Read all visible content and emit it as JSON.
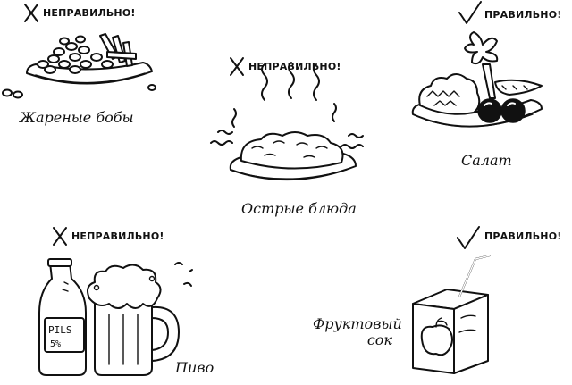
{
  "items": [
    {
      "verdict": "НЕПРАВИЛЬНО!",
      "mark": "cross-mark",
      "caption": "Жареные бобы"
    },
    {
      "verdict": "НЕПРАВИЛЬНО!",
      "mark": "cross-mark",
      "caption": "Острые блюда"
    },
    {
      "verdict": "ПРАВИЛЬНО!",
      "mark": "check-mark",
      "caption": "Салат"
    },
    {
      "verdict": "НЕПРАВИЛЬНО!",
      "mark": "cross-mark",
      "caption": "Пиво"
    },
    {
      "verdict": "ПРАВИЛЬНО!",
      "mark": "check-mark",
      "caption_line1": "Фруктовый",
      "caption_line2": "сок"
    }
  ],
  "bottle_label": {
    "line1": "PILS",
    "line2": "5%"
  }
}
